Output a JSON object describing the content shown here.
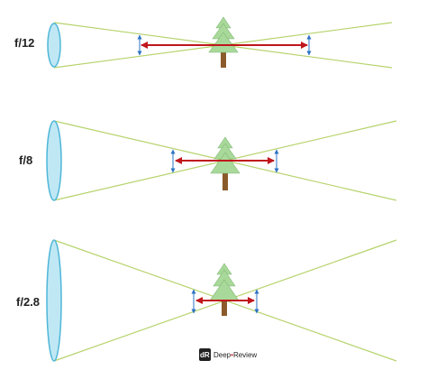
{
  "panels": [
    {
      "aperture_label": "f/12"
    },
    {
      "aperture_label": "f/8"
    },
    {
      "aperture_label": "f/2.8"
    }
  ],
  "logo": {
    "mark": "dR",
    "name_part1": "Deep",
    "separator": "•",
    "name_part2": "Review"
  },
  "colors": {
    "lens_fill": "#bfe8f4",
    "lens_stroke": "#4fb6d8",
    "light_rays": "#b6d36c",
    "depth_of_field_arrow": "#c0161c",
    "focus_tolerance_arrow": "#2b73c4",
    "tree_foliage": "#a9d99a",
    "tree_trunk": "#8b5a2b",
    "logo_red": "#d3232b",
    "logo_dark": "#222222"
  },
  "icons": {
    "lens": "lens-icon",
    "tree": "tree-icon",
    "logo": "deep-review-logo"
  }
}
